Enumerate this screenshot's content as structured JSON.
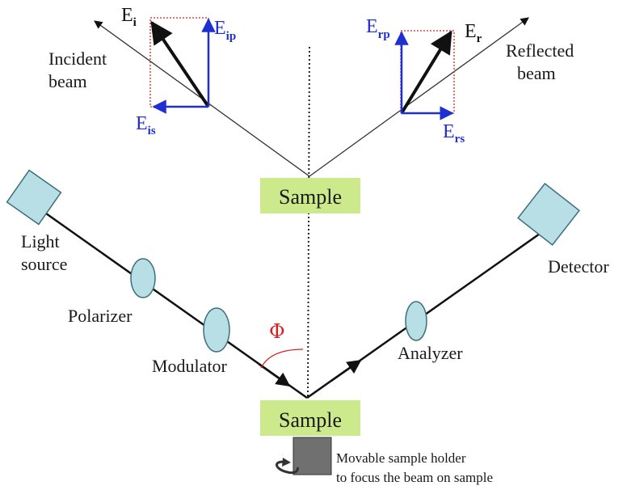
{
  "labels": {
    "incident_beam_line1": "Incident",
    "incident_beam_line2": "beam",
    "reflected_beam_line1": "Reflected",
    "reflected_beam_line2": "beam",
    "sample_top": "Sample",
    "sample_bottom": "Sample",
    "light_source_line1": "Light",
    "light_source_line2": "source",
    "polarizer": "Polarizer",
    "modulator": "Modulator",
    "analyzer": "Analyzer",
    "detector": "Detector",
    "phi": "Φ",
    "holder_line1": "Movable sample holder",
    "holder_line2": "to focus the beam on sample"
  },
  "vectors": {
    "Ei": {
      "base": "E",
      "sub": "i"
    },
    "Eip": {
      "base": "E",
      "sub": "ip"
    },
    "Eis": {
      "base": "E",
      "sub": "is"
    },
    "Er": {
      "base": "E",
      "sub": "r"
    },
    "Erp": {
      "base": "E",
      "sub": "rp"
    },
    "Ers": {
      "base": "E",
      "sub": "rs"
    }
  },
  "colors": {
    "sample_fill": "#ccea8c",
    "component_fill": "#b8dfe6",
    "component_stroke": "#3d6f7a",
    "holder_fill": "#707070",
    "vector_blue": "#1f2fd0",
    "projection_red": "#e02020",
    "phi_red": "#d42020"
  },
  "icons": {
    "rotate": "circular-arrow-icon"
  }
}
